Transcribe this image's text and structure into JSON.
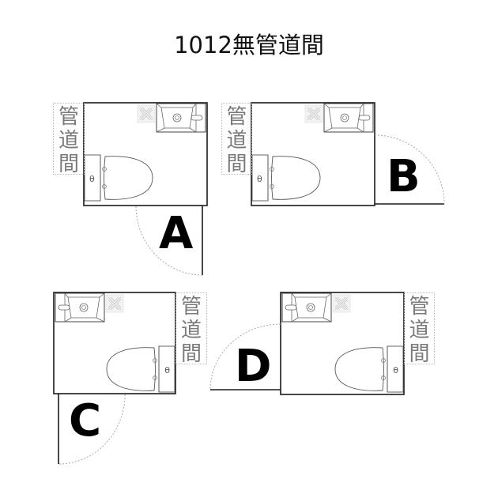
{
  "title": "1012無管道間",
  "pipe_label": [
    "管",
    "道",
    "間"
  ],
  "rooms": [
    {
      "id": "A",
      "label": "A",
      "pipe_side": "left",
      "door": "bottom-right, swings out downward"
    },
    {
      "id": "B",
      "label": "B",
      "pipe_side": "left",
      "door": "right side, swings out rightward"
    },
    {
      "id": "C",
      "label": "C",
      "pipe_side": "right",
      "door": "bottom-left, swings out downward"
    },
    {
      "id": "D",
      "label": "D",
      "pipe_side": "right",
      "door": "left side, swings out leftward"
    }
  ],
  "fixtures": [
    "toilet",
    "wash-basin",
    "floor-drain"
  ],
  "colors": {
    "wall": "#1a1a1a",
    "fixture": "#555555",
    "dotted": "#aaaaaa",
    "pipe_text": "#7a7a7a"
  }
}
